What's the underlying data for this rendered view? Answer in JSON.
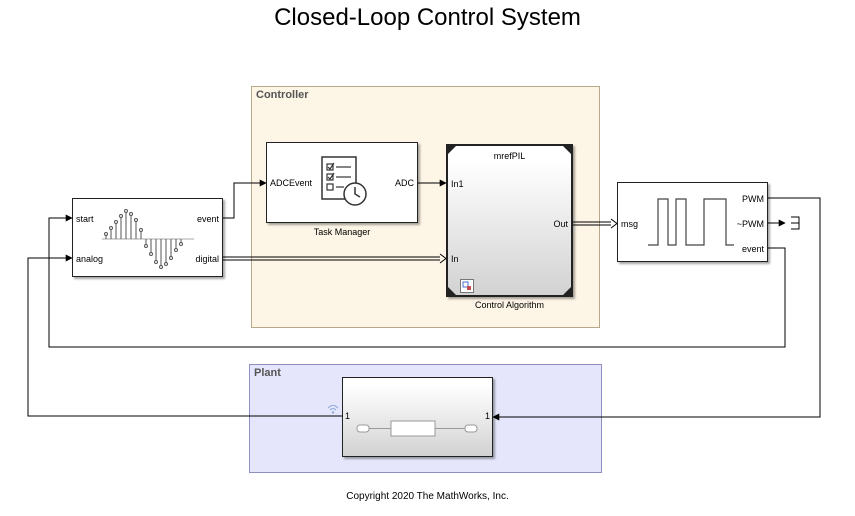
{
  "title": "Closed-Loop Control System",
  "copyright": "Copyright 2020 The MathWorks, Inc.",
  "areas": {
    "controller": "Controller",
    "plant": "Plant"
  },
  "blocks": {
    "adc": {
      "ports_in": [
        "start",
        "analog"
      ],
      "ports_out": [
        "event",
        "digital"
      ]
    },
    "task_manager": {
      "label": "Task Manager",
      "ports_in": [
        "ADCEvent"
      ],
      "ports_out": [
        "ADC"
      ]
    },
    "control_algorithm": {
      "label": "Control Algorithm",
      "model_name": "mrefPIL",
      "ports_in": [
        "In1",
        "In"
      ],
      "ports_out": [
        "Out"
      ]
    },
    "pwm": {
      "ports_in": [
        "msg"
      ],
      "ports_out": [
        "PWM",
        "~PWM",
        "event"
      ]
    },
    "plant_model": {
      "ports_in": [
        "1"
      ],
      "ports_out": [
        "1"
      ]
    }
  },
  "colors": {
    "controller_bg": "#fdf5e6",
    "plant_bg": "#e5e6fb",
    "wire": "#000000"
  }
}
